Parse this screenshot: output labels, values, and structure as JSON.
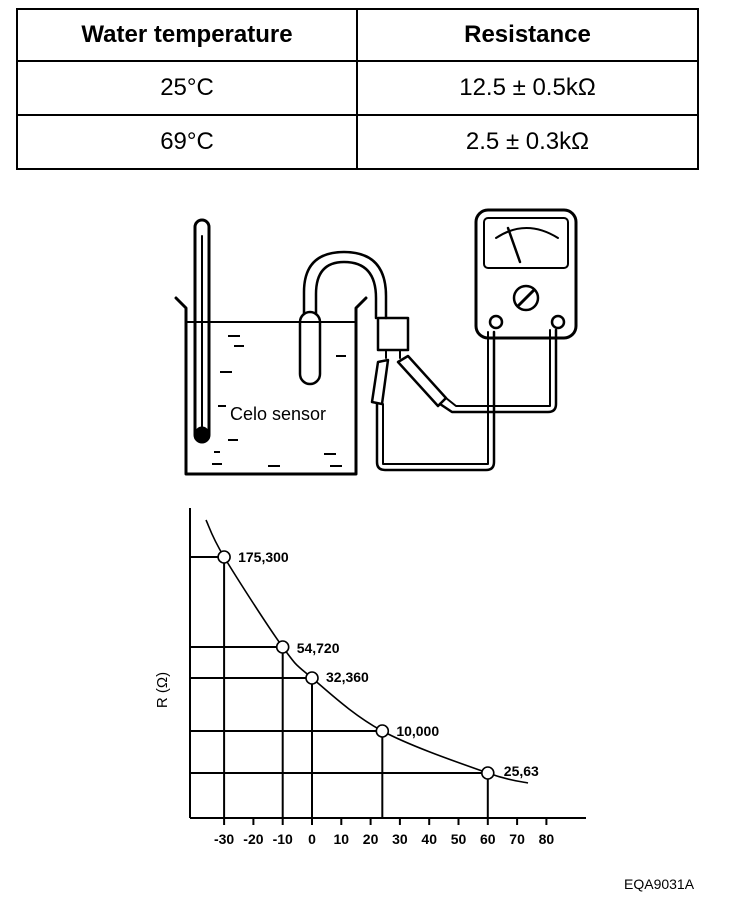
{
  "table": {
    "headers": [
      "Water temperature",
      "Resistance"
    ],
    "rows": [
      [
        "25°C",
        "12.5 ± 0.5kΩ"
      ],
      [
        "69°C",
        "2.5 ± 0.3kΩ"
      ]
    ]
  },
  "setup": {
    "sensor_label": "Celo sensor"
  },
  "chart_data": {
    "type": "line",
    "ylabel": "R (Ω)",
    "xlabel": "",
    "x_ticks": [
      "-30",
      "-20",
      "-10",
      "0",
      "10",
      "20",
      "30",
      "40",
      "50",
      "60",
      "70",
      "80"
    ],
    "points": [
      {
        "x": -30,
        "label": "175,300"
      },
      {
        "x": -10,
        "label": "54,720"
      },
      {
        "x": 0,
        "label": "32,360"
      },
      {
        "x": 24,
        "label": "10,000"
      },
      {
        "x": 60,
        "label": "25,63"
      }
    ],
    "grid": false
  },
  "caption": "EQA9031A"
}
